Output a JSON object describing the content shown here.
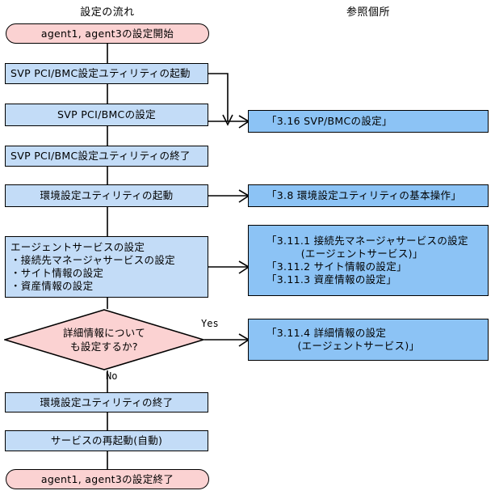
{
  "headers": {
    "left": "設定の流れ",
    "right": "参照個所"
  },
  "flow_nodes": [
    {
      "id": "start",
      "type": "terminator",
      "label": "agent1, agent3の設定開始"
    },
    {
      "id": "svp-launch",
      "type": "process",
      "label": "SVP PCI/BMC設定ユティリティの起動"
    },
    {
      "id": "svp-config",
      "type": "process",
      "label": "SVP PCI/BMCの設定"
    },
    {
      "id": "svp-exit",
      "type": "process",
      "label": "SVP PCI/BMC設定ユティリティの終了"
    },
    {
      "id": "env-launch",
      "type": "process",
      "label": "環境設定ユティリティの起動"
    },
    {
      "id": "agent-svc",
      "type": "process",
      "label": "エージェントサービスの設定\n・接続先マネージャサービスの設定\n・サイト情報の設定\n・資産情報の設定"
    },
    {
      "id": "decision",
      "type": "decision",
      "label": "詳細情報について\nも設定するか?"
    },
    {
      "id": "env-exit",
      "type": "process",
      "label": "環境設定ユティリティの終了"
    },
    {
      "id": "svc-restart",
      "type": "process",
      "label": "サービスの再起動(自動)"
    },
    {
      "id": "end",
      "type": "terminator",
      "label": "agent1, agent3の設定終了"
    }
  ],
  "reference_nodes": [
    {
      "id": "ref-316",
      "label": "「3.16 SVP/BMCの設定」"
    },
    {
      "id": "ref-38",
      "label": "「3.8 環境設定ユティリティの基本操作」"
    },
    {
      "id": "ref-311",
      "label": "「3.11.1 接続先マネージャサービスの設定\n          (エージェントサービス)」\n「3.11.2 サイト情報の設定」\n「3.11.3 資産情報の設定」"
    },
    {
      "id": "ref-3114",
      "label": "「3.11.4 詳細情報の設定\n         (エージェントサービス)」"
    }
  ],
  "edge_labels": {
    "yes": "Yes",
    "no": "No"
  },
  "colors": {
    "process_fill": "#c3dcf7",
    "reference_fill": "#8cc3f5",
    "terminator_fill": "#fbd2d2",
    "stroke": "#000000",
    "background": "#ffffff"
  }
}
